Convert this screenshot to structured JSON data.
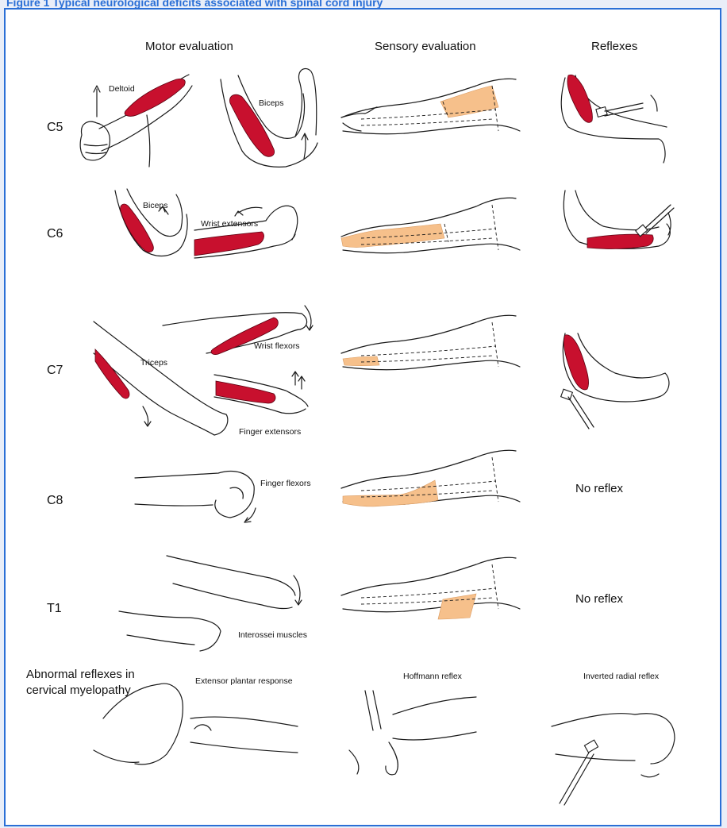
{
  "top_caption": "Figure 1 Typical neurological deficits associated with spinal cord injury",
  "headers": {
    "motor": "Motor evaluation",
    "sensory": "Sensory evaluation",
    "reflexes": "Reflexes"
  },
  "levels": [
    "C5",
    "C6",
    "C7",
    "C8",
    "T1"
  ],
  "muscle_labels": {
    "deltoid": "Deltoid",
    "biceps_c5": "Biceps",
    "biceps_c6": "Biceps",
    "wrist_extensors": "Wrist extensors",
    "wrist_flexors": "Wrist flexors",
    "triceps": "Triceps",
    "finger_extensors": "Finger extensors",
    "finger_flexors": "Finger flexors",
    "interossei": "Interossei muscles"
  },
  "no_reflex_c8": "No reflex",
  "no_reflex_t1": "No reflex",
  "abnormal": {
    "title": "Abnormal reflexes in cervical myelopathy",
    "extensor_plantar": "Extensor plantar response",
    "hoffmann": "Hoffmann reflex",
    "inverted_radial": "Inverted radial reflex"
  },
  "colors": {
    "muscle": "#c8102e",
    "dermatome": "#f6c08b",
    "frame": "#2a6fd6"
  }
}
